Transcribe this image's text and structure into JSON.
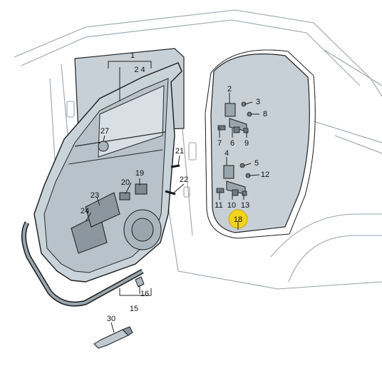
{
  "diagram": {
    "labels": [
      {
        "id": "p1",
        "text": "1"
      },
      {
        "id": "p2_4",
        "text": "2 4"
      },
      {
        "id": "p2",
        "text": "2"
      },
      {
        "id": "p3",
        "text": "3"
      },
      {
        "id": "p8",
        "text": "8"
      },
      {
        "id": "p7",
        "text": "7"
      },
      {
        "id": "p6",
        "text": "6"
      },
      {
        "id": "p9",
        "text": "9"
      },
      {
        "id": "p4",
        "text": "4"
      },
      {
        "id": "p5",
        "text": "5"
      },
      {
        "id": "p12",
        "text": "12"
      },
      {
        "id": "p11",
        "text": "11"
      },
      {
        "id": "p10",
        "text": "10"
      },
      {
        "id": "p13",
        "text": "13"
      },
      {
        "id": "p18",
        "text": "18"
      },
      {
        "id": "p27",
        "text": "27"
      },
      {
        "id": "p21",
        "text": "21"
      },
      {
        "id": "p22",
        "text": "22"
      },
      {
        "id": "p19",
        "text": "19"
      },
      {
        "id": "p20",
        "text": "20"
      },
      {
        "id": "p23",
        "text": "23"
      },
      {
        "id": "p24",
        "text": "24"
      },
      {
        "id": "p16",
        "text": "16"
      },
      {
        "id": "p15",
        "text": "15"
      },
      {
        "id": "p30",
        "text": "30"
      }
    ],
    "highlight": {
      "label_id": "p18",
      "color": "#f2d31b"
    },
    "colors": {
      "panel": "#c9d3da",
      "seal": "#7d8790",
      "outline": "#1b1b1b"
    }
  }
}
